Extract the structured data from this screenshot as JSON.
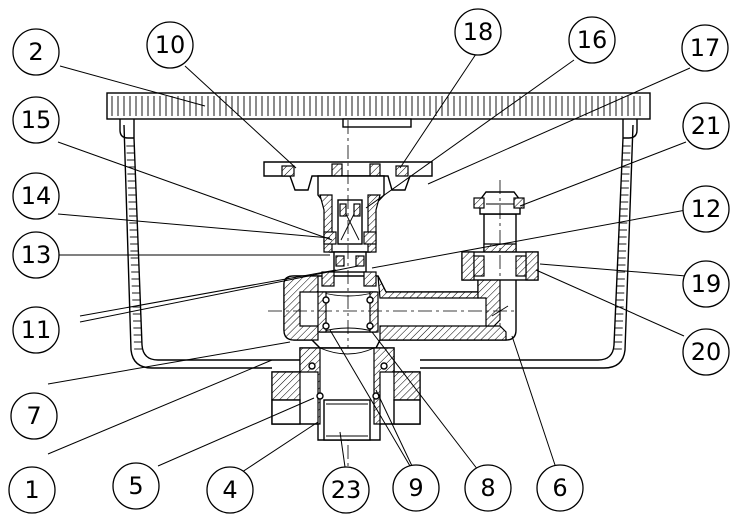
{
  "callouts": [
    {
      "id": "c2",
      "label": "2"
    },
    {
      "id": "c10",
      "label": "10"
    },
    {
      "id": "c18",
      "label": "18"
    },
    {
      "id": "c16",
      "label": "16"
    },
    {
      "id": "c17",
      "label": "17"
    },
    {
      "id": "c15",
      "label": "15"
    },
    {
      "id": "c21",
      "label": "21"
    },
    {
      "id": "c14",
      "label": "14"
    },
    {
      "id": "c12",
      "label": "12"
    },
    {
      "id": "c13",
      "label": "13"
    },
    {
      "id": "c19",
      "label": "19"
    },
    {
      "id": "c11",
      "label": "11"
    },
    {
      "id": "c20",
      "label": "20"
    },
    {
      "id": "c7",
      "label": "7"
    },
    {
      "id": "c1",
      "label": "1"
    },
    {
      "id": "c5",
      "label": "5"
    },
    {
      "id": "c4",
      "label": "4"
    },
    {
      "id": "c23",
      "label": "23"
    },
    {
      "id": "c9",
      "label": "9"
    },
    {
      "id": "c8",
      "label": "8"
    },
    {
      "id": "c6",
      "label": "6"
    }
  ]
}
